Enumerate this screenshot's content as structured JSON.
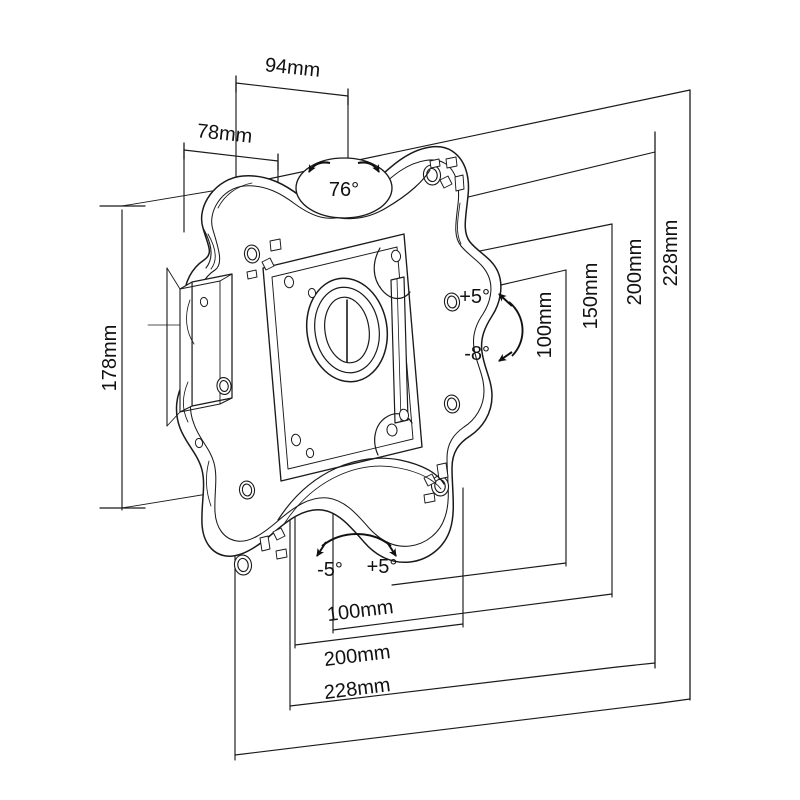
{
  "drawing": {
    "title": "TV Wall Mount Bracket Dimension Drawing",
    "background_color": "#ffffff",
    "line_color": "#1a1a1a",
    "text_color": "#111111",
    "view": "isometric perspective exploded dimension view"
  },
  "dimensions_horizontal": [
    {
      "id": "dim-94",
      "label": "94mm",
      "position": "top",
      "value": 94,
      "unit": "mm"
    },
    {
      "id": "dim-78",
      "label": "78mm",
      "position": "top",
      "value": 78,
      "unit": "mm"
    },
    {
      "id": "dim-100-bottom",
      "label": "100mm",
      "position": "bottom",
      "value": 100,
      "unit": "mm"
    },
    {
      "id": "dim-200-bottom",
      "label": "200mm",
      "position": "bottom",
      "value": 200,
      "unit": "mm"
    },
    {
      "id": "dim-228-bottom",
      "label": "228mm",
      "position": "bottom",
      "value": 228,
      "unit": "mm"
    }
  ],
  "dimensions_vertical": [
    {
      "id": "dim-178",
      "label": "178mm",
      "position": "left",
      "value": 178,
      "unit": "mm"
    },
    {
      "id": "dim-100-right",
      "label": "100mm",
      "position": "right",
      "value": 100,
      "unit": "mm"
    },
    {
      "id": "dim-150-right",
      "label": "150mm",
      "position": "right",
      "value": 150,
      "unit": "mm"
    },
    {
      "id": "dim-200-right",
      "label": "200mm",
      "position": "right",
      "value": 200,
      "unit": "mm"
    },
    {
      "id": "dim-228-right",
      "label": "228mm",
      "position": "right",
      "value": 228,
      "unit": "mm"
    }
  ],
  "angles": {
    "swivel": {
      "label": "76°",
      "value": 76,
      "unit": "deg",
      "style": "ellipse-with-two-arrows"
    },
    "tilt_up": {
      "label": "+5°",
      "value": 5,
      "unit": "deg"
    },
    "tilt_down": {
      "label": "-8°",
      "value": -8,
      "unit": "deg"
    },
    "roll_left": {
      "label": "-5°",
      "value": -5,
      "unit": "deg"
    },
    "roll_right": {
      "label": "+5°",
      "value": 5,
      "unit": "deg"
    }
  },
  "icons": {
    "swivel_arrows": "double-arrow-rotation-icon",
    "tilt_arrows": "curved-double-arrow-icon",
    "roll_arrows": "arc-double-arrow-icon"
  }
}
